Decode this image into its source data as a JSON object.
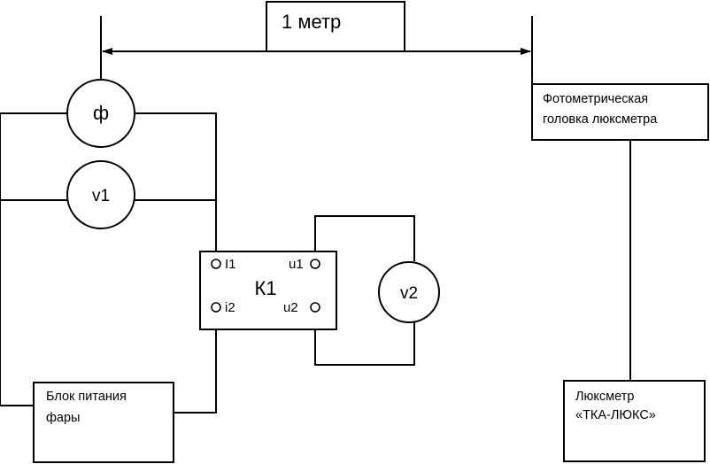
{
  "distance_label": "1 метр",
  "photometer_head_label": [
    "Фотометрическая",
    "головка люксметра"
  ],
  "luxmeter_label": [
    "Люксметр",
    "«ТКА-ЛЮКС»"
  ],
  "power_unit_label": [
    "Блок питания",
    "фары"
  ],
  "k1": {
    "label": "К1",
    "terminals": {
      "i1": "I1",
      "i2": "i2",
      "u1": "u1",
      "u2": "u2"
    }
  },
  "meters": {
    "phi": "ф",
    "v1": "v1",
    "v2": "v2"
  }
}
